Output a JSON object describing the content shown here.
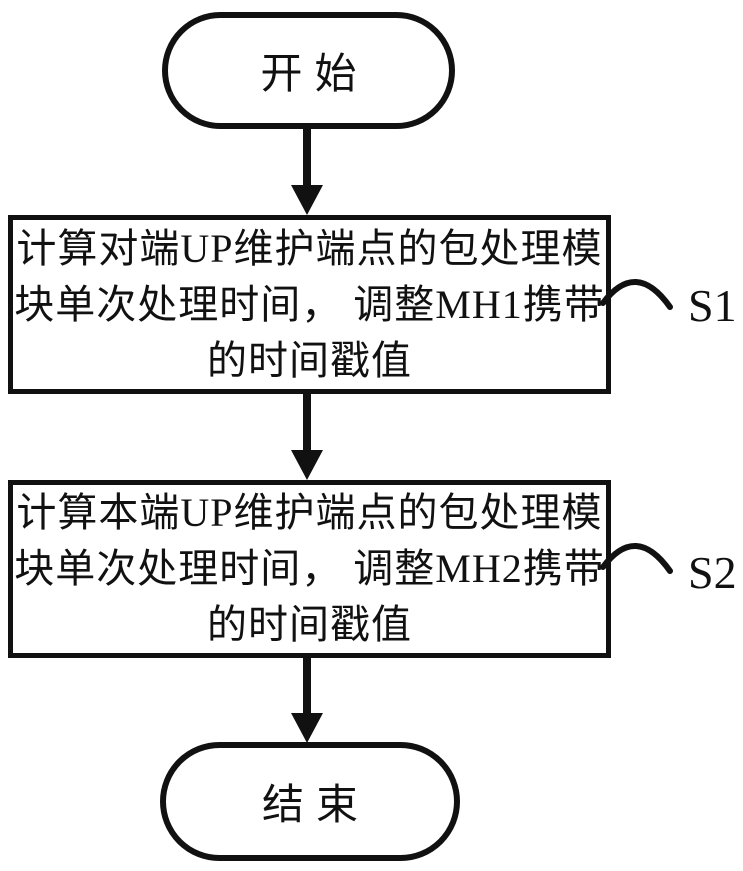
{
  "colors": {
    "ink": "#111111",
    "background": "#ffffff"
  },
  "flowchart": {
    "start_label": "开始",
    "end_label": "结束",
    "step1": {
      "tag": "S1",
      "line1": "计算对端UP维护端点的包处理模",
      "line2": "块单次处理时间， 调整MH1携带",
      "line3": "的时间戳值"
    },
    "step2": {
      "tag": "S2",
      "line1": "计算本端UP维护端点的包处理模",
      "line2": "块单次处理时间， 调整MH2携带",
      "line3": "的时间戳值"
    }
  }
}
